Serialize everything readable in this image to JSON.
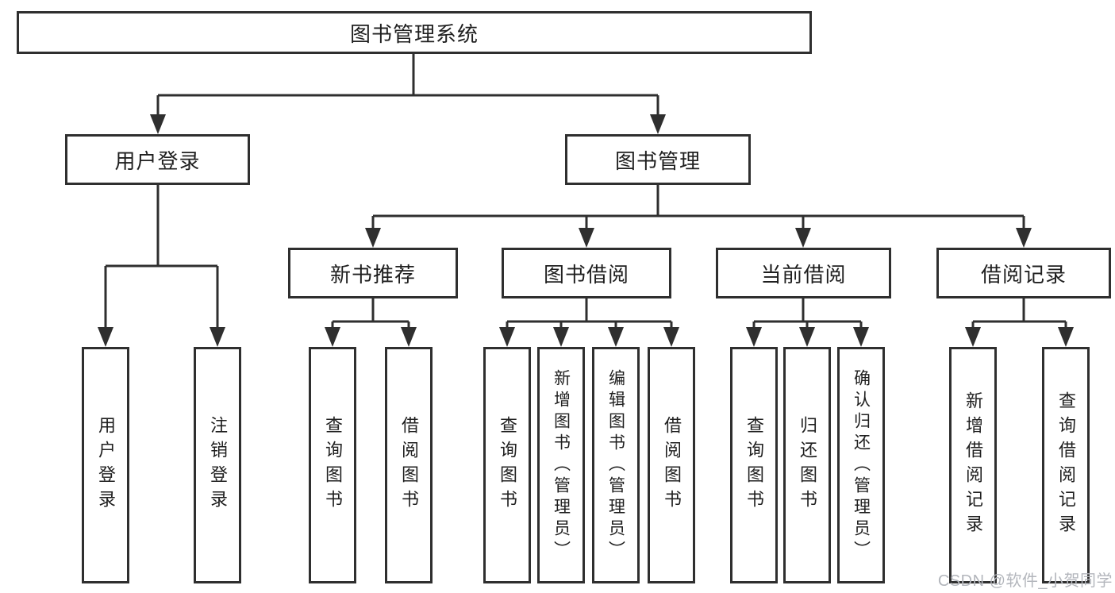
{
  "diagram": {
    "root": {
      "label": "图书管理系统"
    },
    "level2": [
      {
        "id": "user-login",
        "label": "用户登录"
      },
      {
        "id": "book-management",
        "label": "图书管理"
      }
    ],
    "level3": [
      {
        "id": "new-book-recommend",
        "label": "新书推荐"
      },
      {
        "id": "book-borrow",
        "label": "图书借阅"
      },
      {
        "id": "current-borrow",
        "label": "当前借阅"
      },
      {
        "id": "borrow-records",
        "label": "借阅记录"
      }
    ],
    "leaves": [
      {
        "group": "user-login",
        "label": "用户登录"
      },
      {
        "group": "user-login",
        "label": "注销登录"
      },
      {
        "group": "new-book-recommend",
        "label": "查询图书"
      },
      {
        "group": "new-book-recommend",
        "label": "借阅图书"
      },
      {
        "group": "book-borrow",
        "label": "查询图书"
      },
      {
        "group": "book-borrow",
        "label": "新增图书（管理员）"
      },
      {
        "group": "book-borrow",
        "label": "编辑图书（管理员）"
      },
      {
        "group": "book-borrow",
        "label": "借阅图书"
      },
      {
        "group": "current-borrow",
        "label": "查询图书"
      },
      {
        "group": "current-borrow",
        "label": "归还图书"
      },
      {
        "group": "current-borrow",
        "label": "确认归还（管理员）"
      },
      {
        "group": "borrow-records",
        "label": "新增借阅记录"
      },
      {
        "group": "borrow-records",
        "label": "查询借阅记录"
      }
    ]
  },
  "watermark": {
    "text": "CSDN @软件_小贺同学"
  },
  "colors": {
    "line": "#2f2f2f",
    "text": "#1f1f1f",
    "background": "#ffffff",
    "watermark": "#b3b6bc"
  }
}
